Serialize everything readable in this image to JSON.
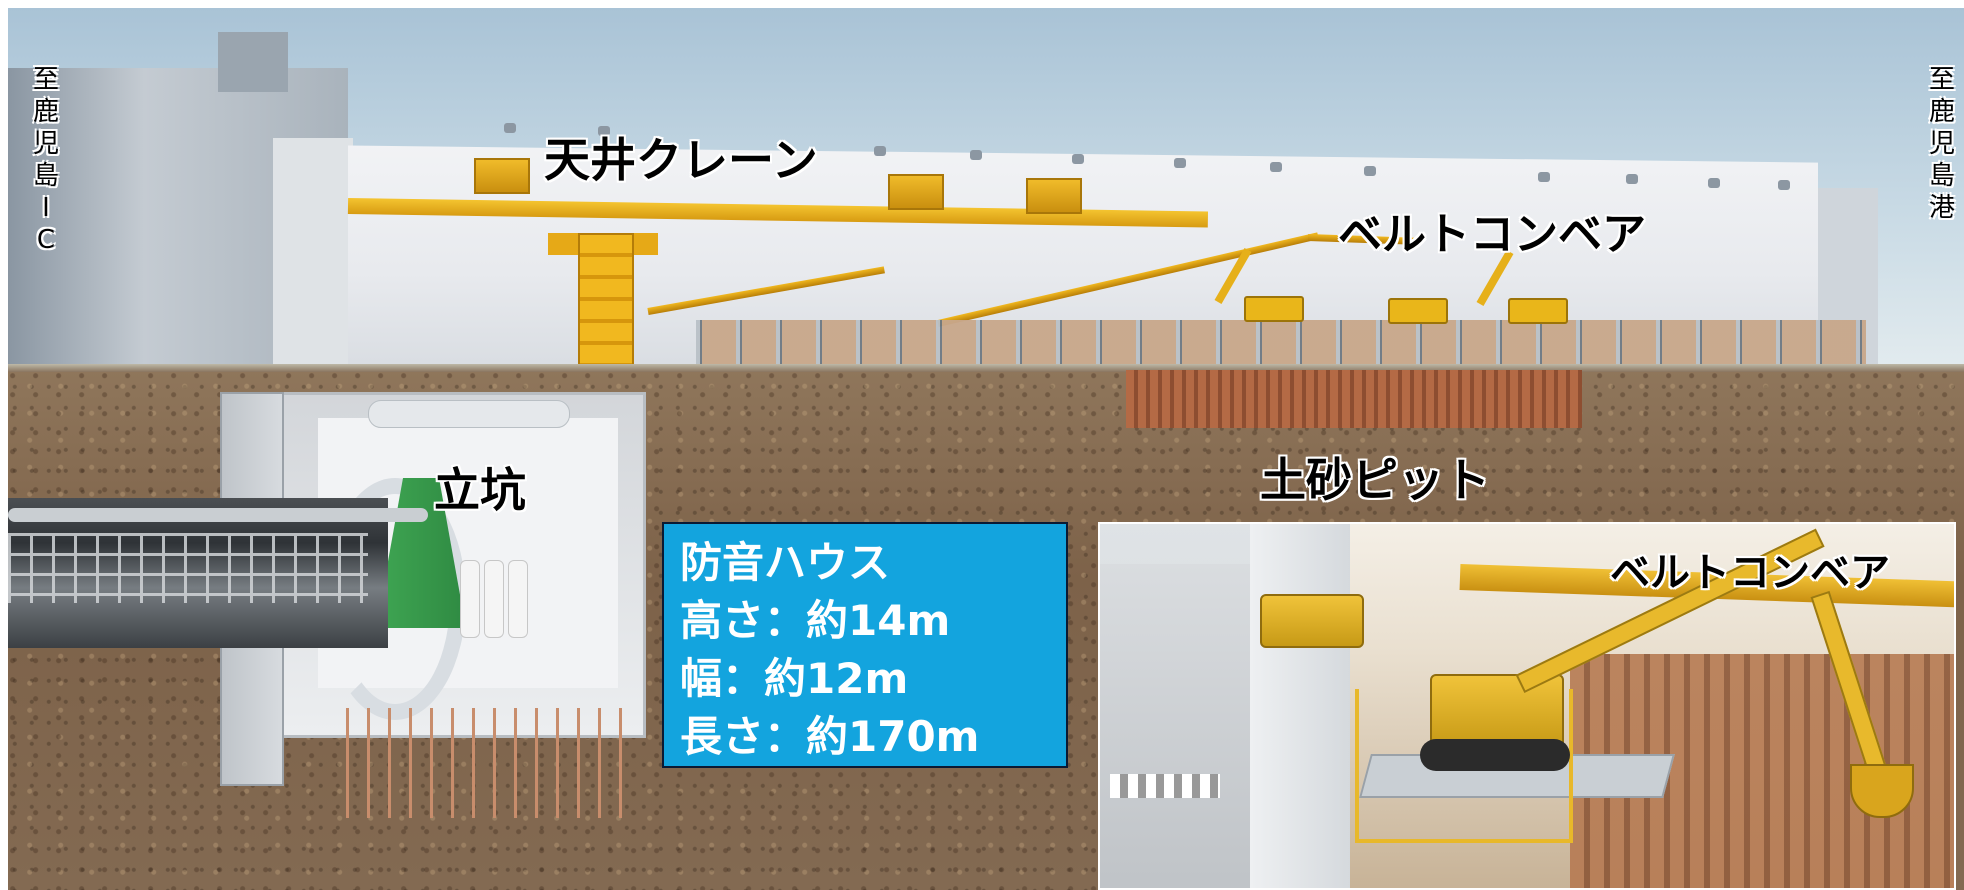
{
  "left_direction": "至\n鹿\n児\n島\nI\nC",
  "right_direction": "至\n鹿\n児\n島\n港",
  "labels": {
    "crane": "天井クレーン",
    "conveyor": "ベルトコンベア",
    "shaft": "立坑",
    "soil_pit": "土砂ピット"
  },
  "info_box": {
    "title": "防音ハウス",
    "height": "高さ：約14m",
    "width": "幅：約12m",
    "length": "長さ：約170m"
  },
  "inset": {
    "label": "ベルトコンベア"
  },
  "colors": {
    "info_bg": "#13a4de",
    "crane_yellow": "#f1b81f",
    "soil": "#7d6249"
  }
}
